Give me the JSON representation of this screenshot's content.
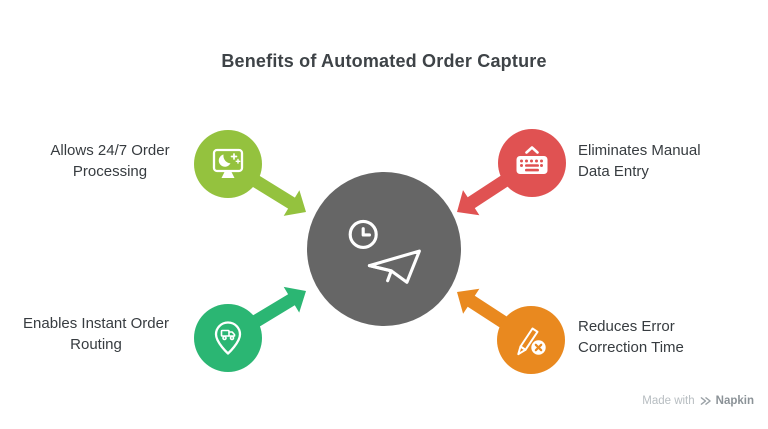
{
  "title": "Benefits of Automated Order Capture",
  "center": {
    "color": "#666666",
    "icon": "clock-paper-plane-icon"
  },
  "items": [
    {
      "position": "top-left",
      "label": "Allows 24/7 Order Processing",
      "color": "#94C23E",
      "icon": "monitor-night-icon"
    },
    {
      "position": "top-right",
      "label": "Eliminates Manual Data Entry",
      "color": "#E05252",
      "icon": "keyboard-icon"
    },
    {
      "position": "bottom-left",
      "label": "Enables Instant Order Routing",
      "color": "#2BB673",
      "icon": "delivery-pin-icon"
    },
    {
      "position": "bottom-right",
      "label": "Reduces Error Correction Time",
      "color": "#E9891F",
      "icon": "pencil-error-icon"
    }
  ],
  "watermark": {
    "text": "Made with",
    "brand": "Napkin"
  }
}
